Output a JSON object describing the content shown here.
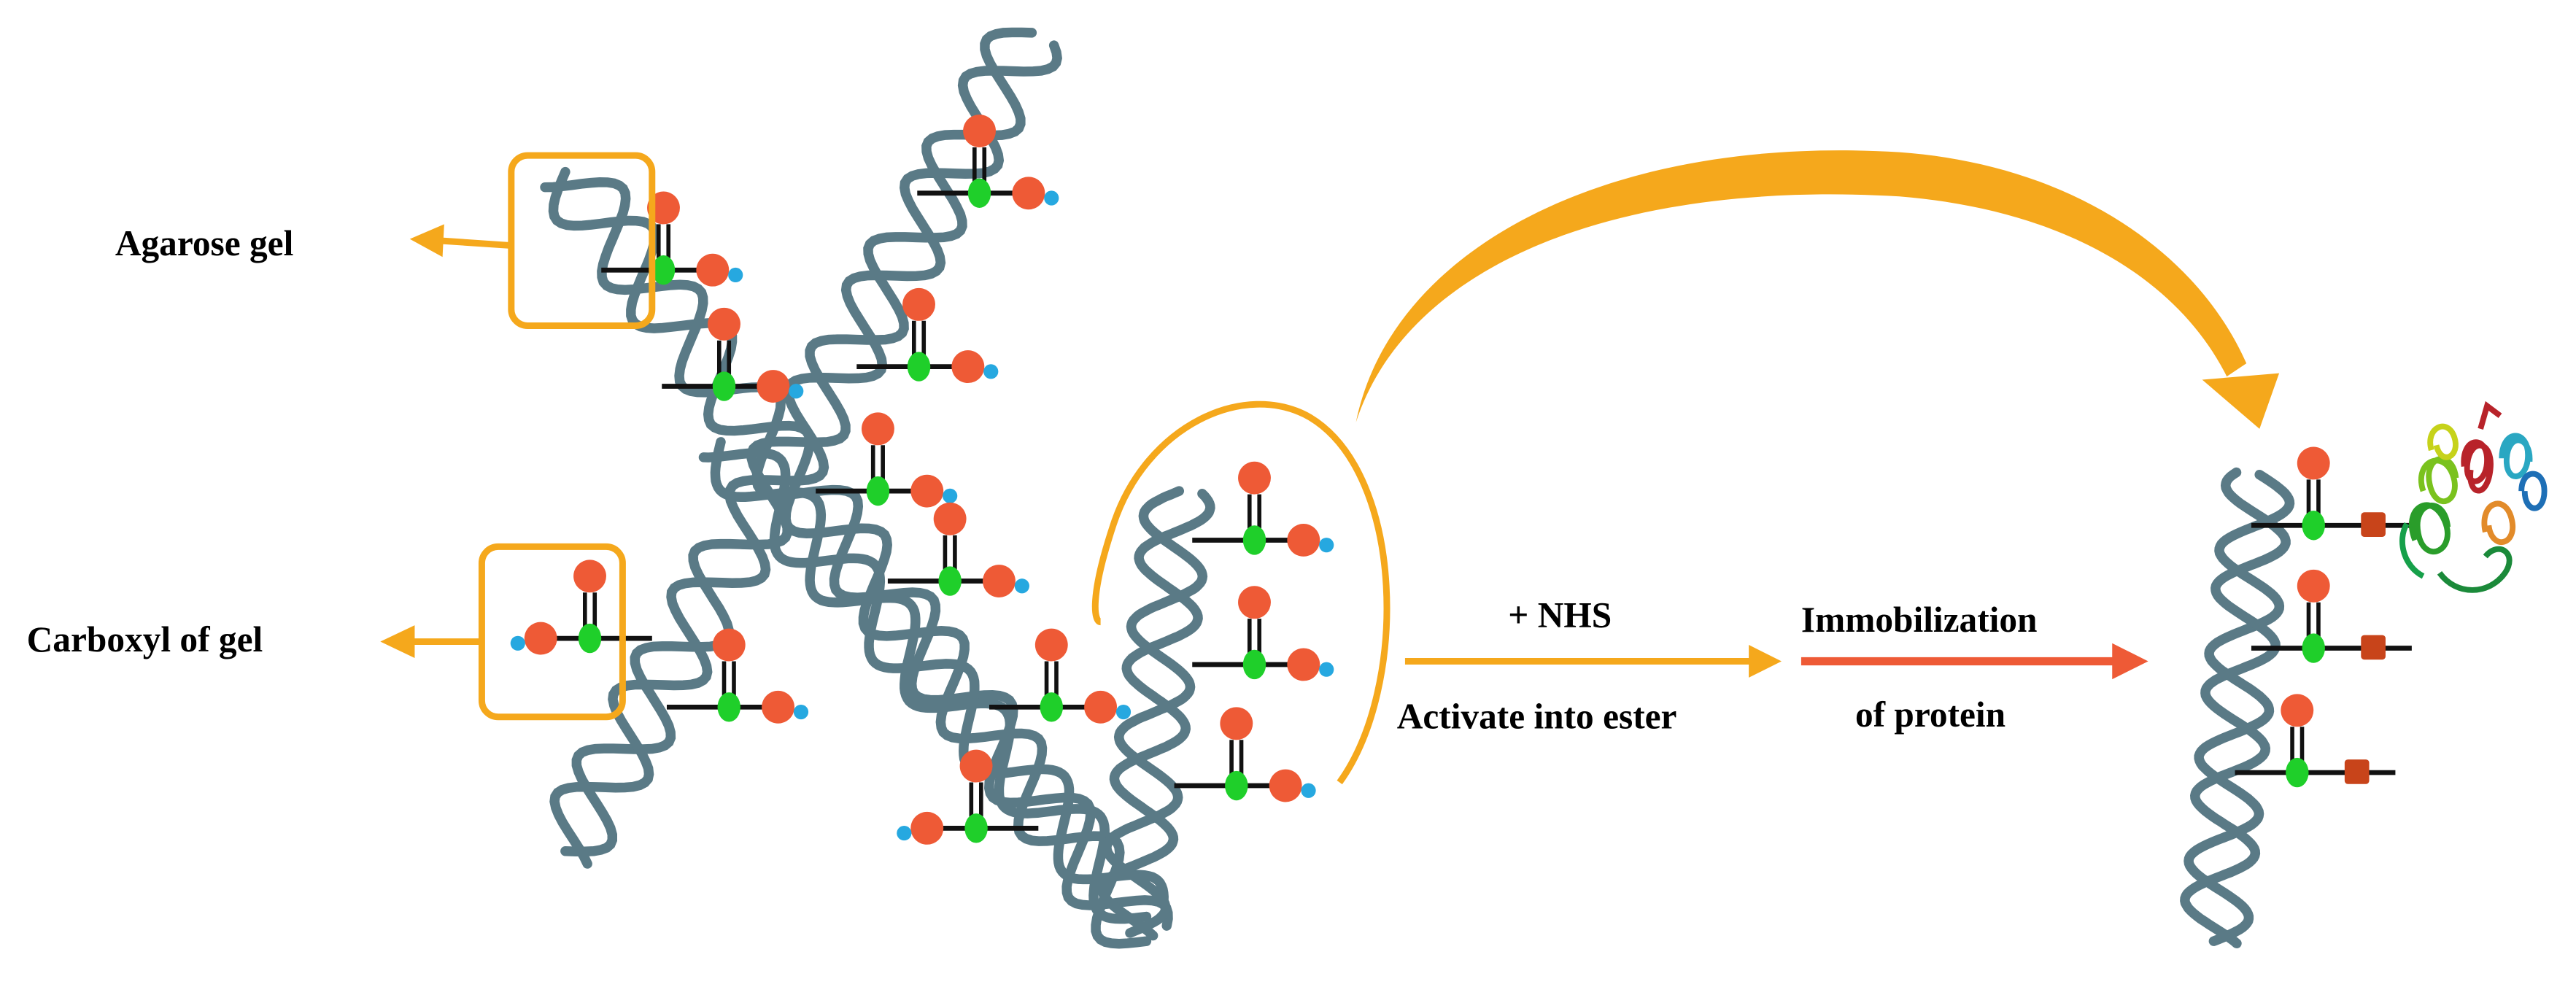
{
  "labels": {
    "agarose": "Agarose gel",
    "carboxyl": "Carboxyl of gel",
    "nhs": "+ NHS",
    "activate": "Activate into ester",
    "immob1": "Immobilization",
    "immob2": "of protein"
  },
  "colors": {
    "strand": "#5a7a86",
    "oxygen": "#ee5a36",
    "carbon": "#1fcf2a",
    "hydrogen": "#26a8e0",
    "bond": "#111111",
    "highlight": "#f5a81c",
    "arrow_orange": "#f5a81c",
    "arrow_red": "#ee5a36",
    "linker": "#c8441a"
  }
}
